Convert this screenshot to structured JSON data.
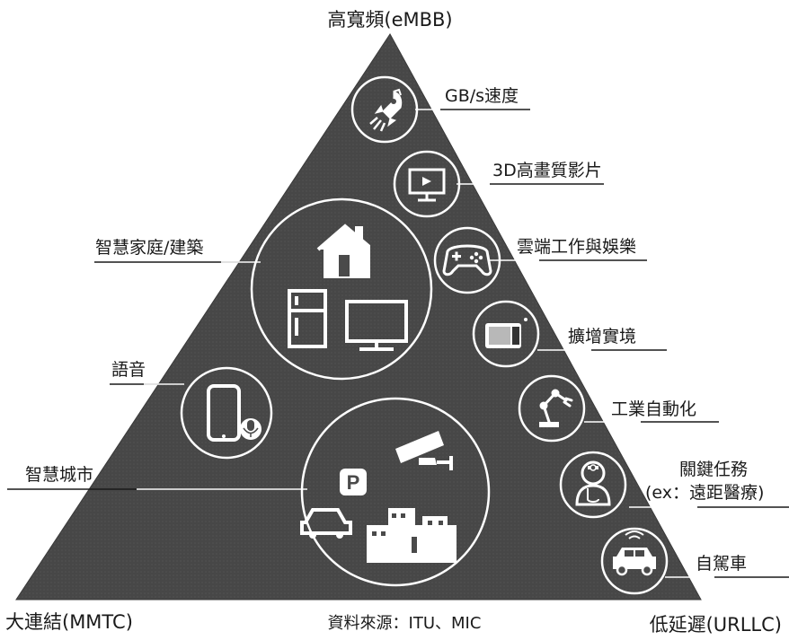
{
  "corners": {
    "top": "高寬頻(eMBB)",
    "bottom_left": "大連結(MMTC)",
    "bottom_right": "低延遲(URLLC)"
  },
  "source": "資料來源：ITU、MIC",
  "right_labels": [
    {
      "text": "GB/s速度",
      "icon": "rocket-icon"
    },
    {
      "text": "3D高畫質影片",
      "icon": "video-screen-icon"
    },
    {
      "text": "雲端工作與娛樂",
      "icon": "gamepad-icon"
    },
    {
      "text": "擴增實境",
      "icon": "ar-glasses-icon"
    },
    {
      "text": "工業自動化",
      "icon": "robot-arm-icon"
    },
    {
      "text": "關鍵任務",
      "text2": "(ex：遠距醫療)",
      "icon": "doctor-icon"
    },
    {
      "text": "自駕車",
      "icon": "self-driving-car-icon"
    }
  ],
  "left_labels": [
    {
      "text": "智慧家庭/建築",
      "icon": "smart-home-icon"
    },
    {
      "text": "語音",
      "icon": "tablet-voice-icon"
    },
    {
      "text": "智慧城市",
      "icon": "smart-city-icon"
    }
  ],
  "colors": {
    "triangle": "#4a4a4a",
    "line": "#ffffff",
    "icon": "#ffffff",
    "text": "#1a1a1a"
  }
}
